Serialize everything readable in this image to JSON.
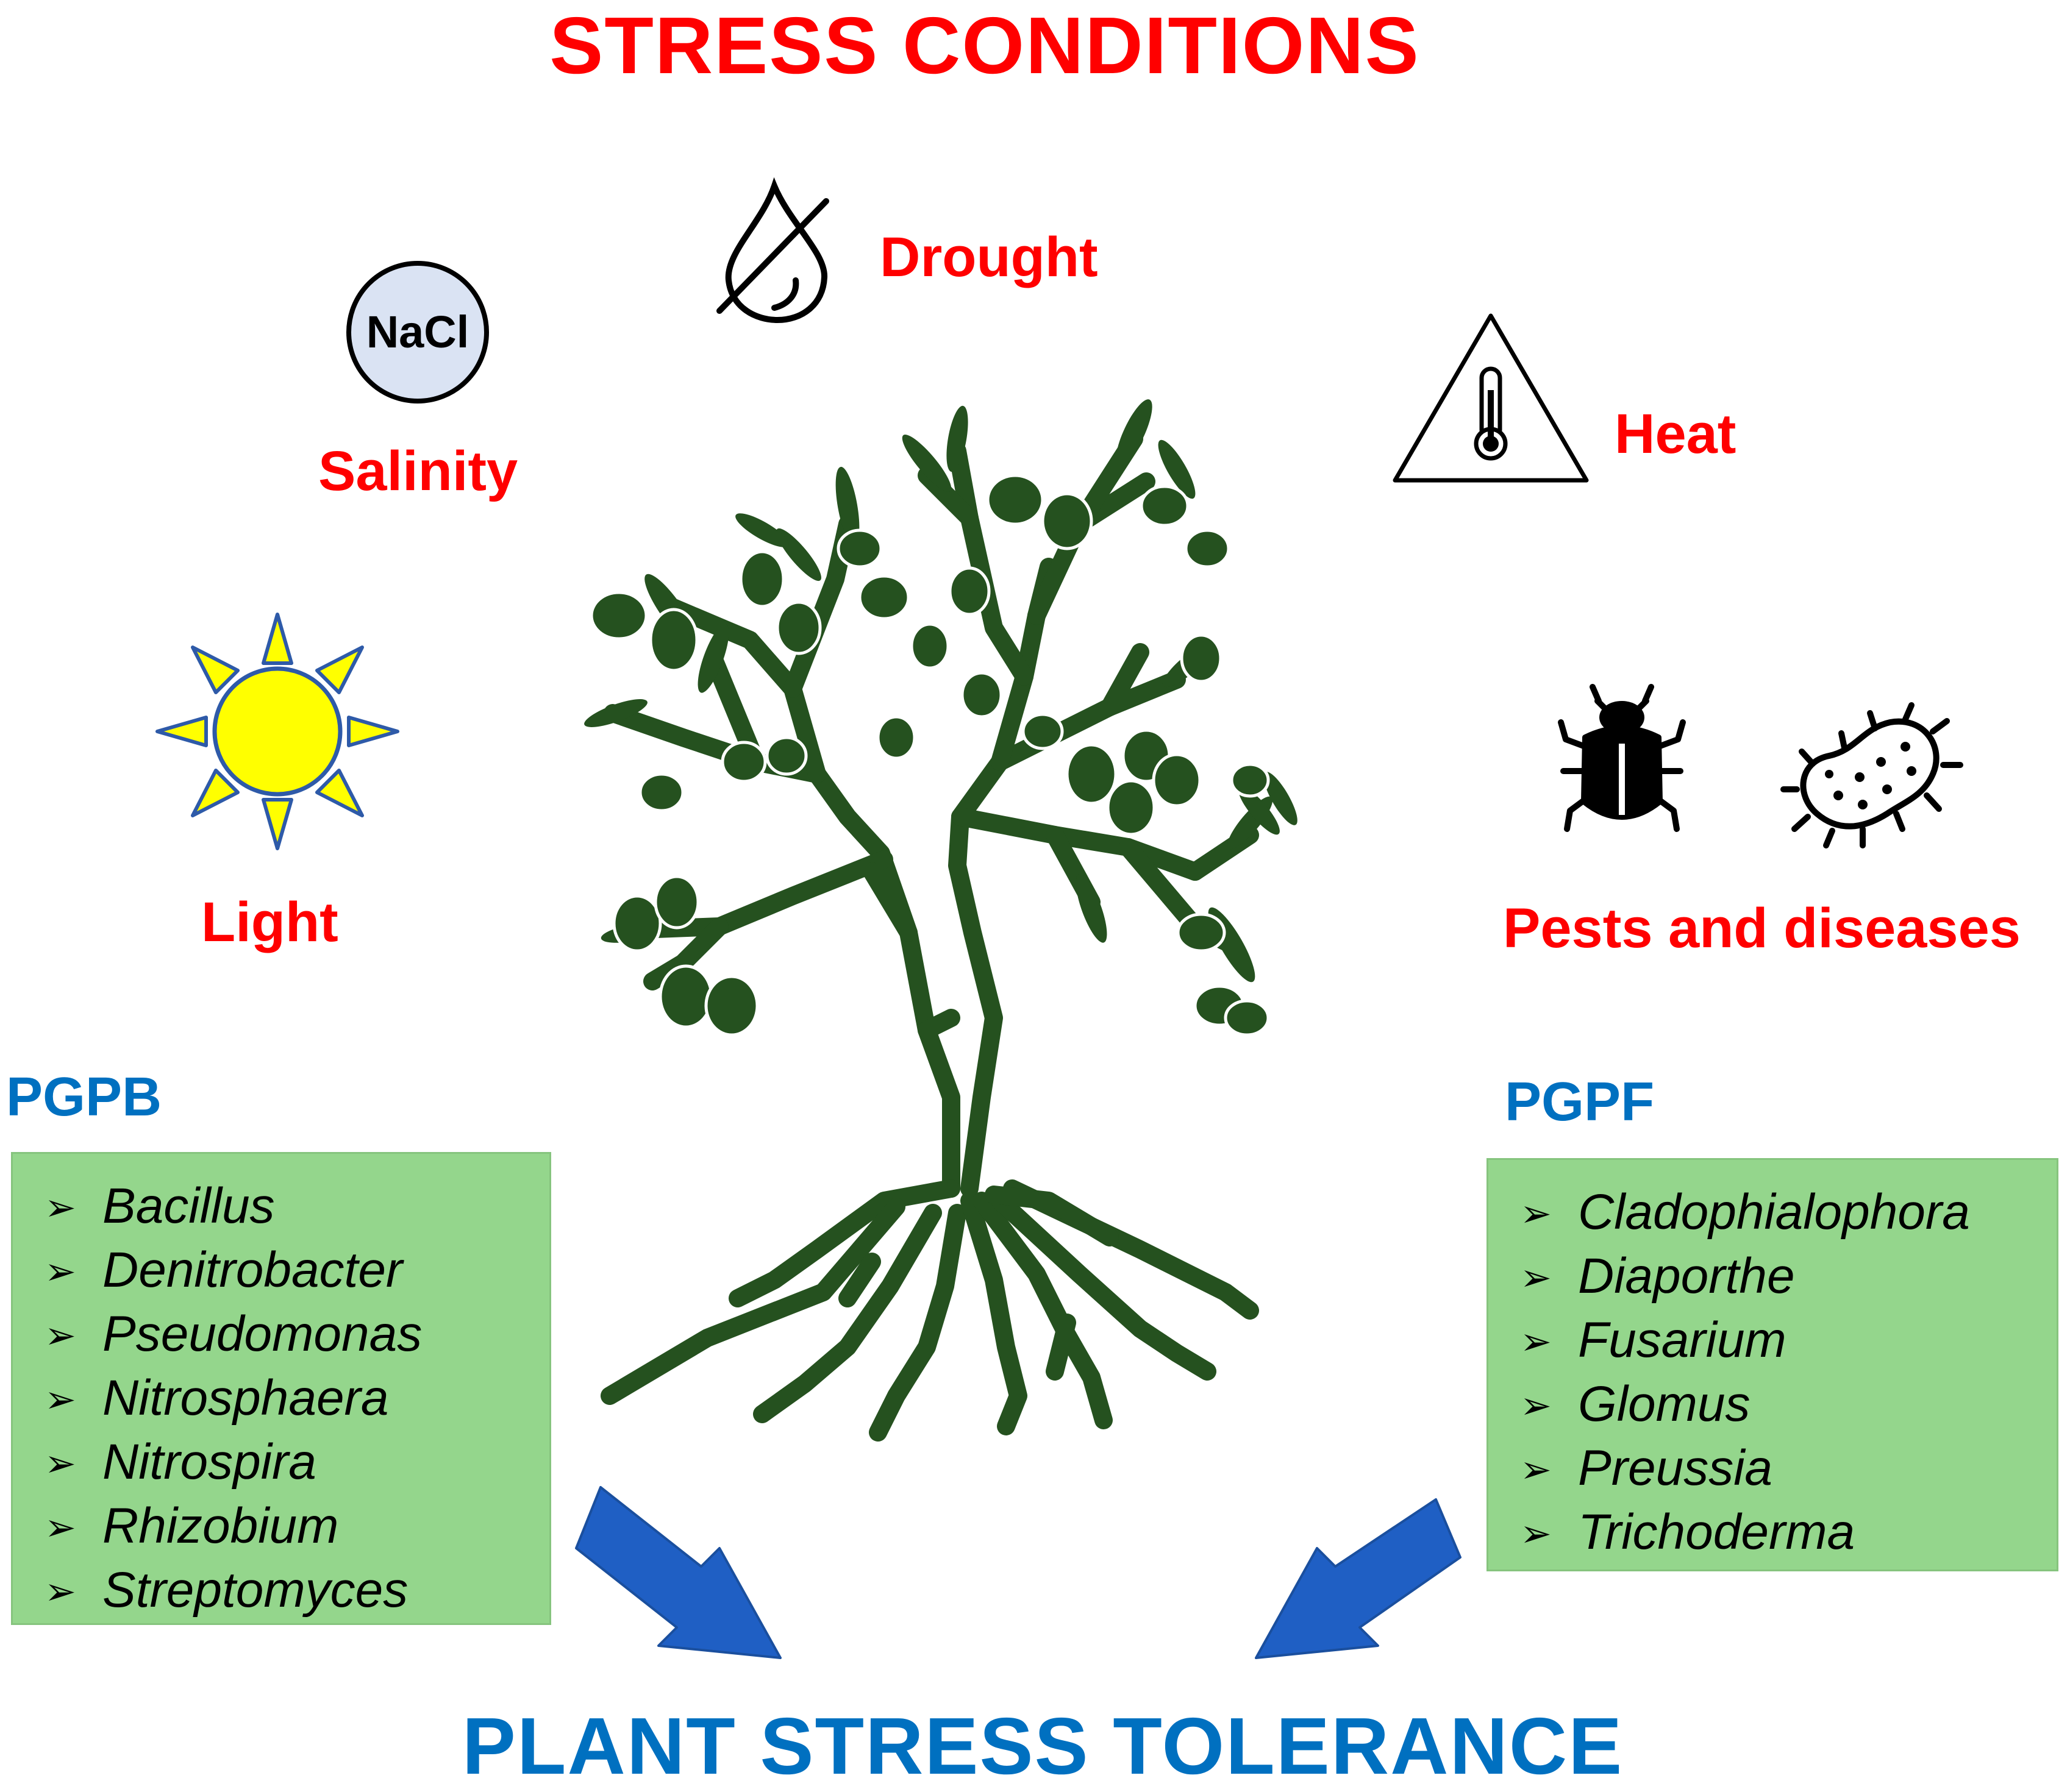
{
  "title": "STRESS CONDITIONS",
  "footer": "PLANT STRESS TOLERANCE",
  "stresses": {
    "drought": "Drought",
    "salinity": "Salinity",
    "salinity_icon_text": "NaCl",
    "heat": "Heat",
    "light": "Light",
    "pests": "Pests and diseases"
  },
  "pgpb": {
    "heading": "PGPB",
    "items": [
      "Bacillus",
      "Denitrobacter",
      "Pseudomonas",
      "Nitrosphaera",
      "Nitrospira",
      "Rhizobium",
      "Streptomyces"
    ]
  },
  "pgpf": {
    "heading": "PGPF",
    "items": [
      "Cladophialophora",
      "Diaporthe",
      "Fusarium",
      "Glomus",
      "Preussia",
      "Trichoderma"
    ]
  },
  "bullet": "➢",
  "colors": {
    "stress_red": "#ff0000",
    "heading_blue": "#0070c0",
    "tree_green": "#25511f",
    "box_green": "#94d68c",
    "arrow_blue": "#1f5fc4",
    "nacl_fill": "#dae3f3",
    "sun_yellow": "#ffff00"
  },
  "icons": [
    "no-water-drop-icon",
    "nacl-circle-icon",
    "heat-warning-thermometer-icon",
    "sun-icon",
    "beetle-icon",
    "bacterium-icon",
    "tree-icon",
    "arrow-icon"
  ]
}
